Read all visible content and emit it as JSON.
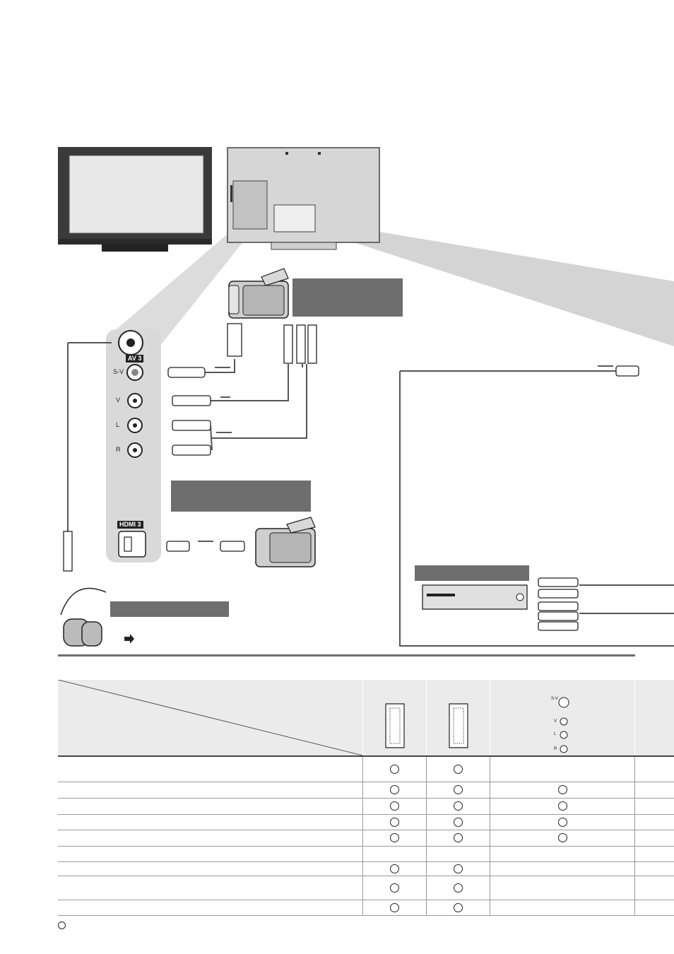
{
  "panel": {
    "av3_badge": "AV 3",
    "hdmi3_badge": "HDMI 3",
    "port_sv": "S-V",
    "port_v": "V",
    "port_l": "L",
    "port_r": "R"
  },
  "callouts": {
    "camcorder_top": "",
    "camcorder_hdmi": "",
    "headphones": "",
    "headphones_ref": "",
    "dvd": ""
  },
  "table": {
    "header_sv_label": "S-V",
    "header_v_label": "V",
    "header_l_label": "L",
    "header_r_label": "R",
    "rows": [
      {
        "desc": "",
        "marks": [
          true,
          true,
          false,
          false
        ]
      },
      {
        "desc": "",
        "marks": [
          true,
          true,
          true,
          false
        ]
      },
      {
        "desc": "",
        "marks": [
          true,
          true,
          true,
          false
        ]
      },
      {
        "desc": "",
        "marks": [
          true,
          true,
          true,
          false
        ]
      },
      {
        "desc": "",
        "marks": [
          true,
          true,
          true,
          false
        ]
      },
      {
        "desc": "",
        "marks": [
          false,
          false,
          false,
          false
        ]
      },
      {
        "desc": "",
        "marks": [
          true,
          true,
          false,
          false
        ]
      },
      {
        "desc": "",
        "marks": [
          true,
          true,
          false,
          false
        ]
      },
      {
        "desc": "",
        "marks": [
          true,
          true,
          false,
          false
        ]
      }
    ],
    "legend_text": ""
  }
}
